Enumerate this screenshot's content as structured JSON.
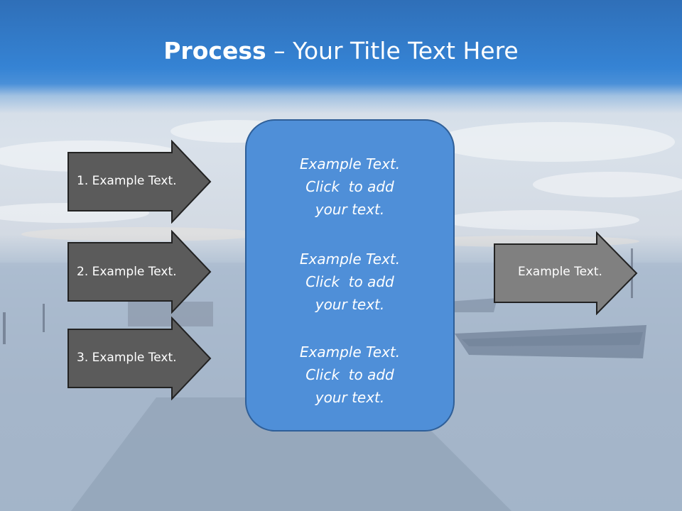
{
  "slide": {
    "title_bold": "Process",
    "title_rest": " – Your Title Text Here"
  },
  "left_arrows": [
    {
      "label": "1. Example Text."
    },
    {
      "label": "2. Example Text."
    },
    {
      "label": "3. Example Text."
    }
  ],
  "center_box": {
    "paragraphs": [
      {
        "line1": "Example Text.",
        "line2": "Click  to add",
        "line3": "your text."
      },
      {
        "line1": "Example Text.",
        "line2": "Click  to add",
        "line3": "your text."
      },
      {
        "line1": "Example Text.",
        "line2": "Click  to add",
        "line3": "your text."
      }
    ]
  },
  "right_arrow": {
    "label": "Example Text."
  },
  "colors": {
    "header_blue": "#3583d4",
    "left_arrow_fill": "#5b5b5b",
    "right_arrow_fill": "#808080",
    "center_box_fill": "#4f8fd8"
  }
}
